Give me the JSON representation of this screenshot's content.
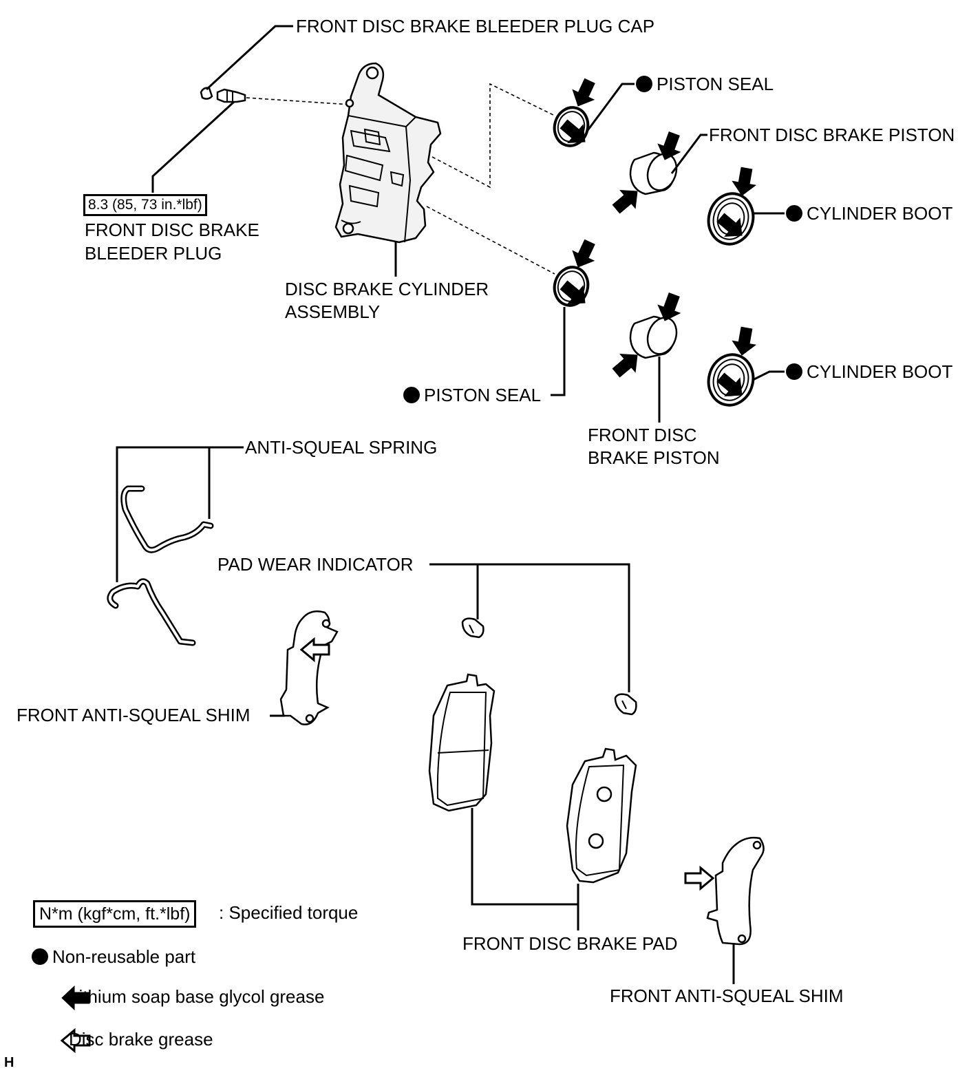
{
  "labels": {
    "bleeder_plug_cap": "FRONT DISC BRAKE BLEEDER PLUG CAP",
    "torque_value": "8.3 (85, 73 in.*lbf)",
    "bleeder_plug_1": "FRONT DISC BRAKE",
    "bleeder_plug_2": "BLEEDER PLUG",
    "cylinder_assembly_1": "DISC BRAKE CYLINDER",
    "cylinder_assembly_2": "ASSEMBLY",
    "piston_seal_upper": "PISTON SEAL",
    "piston_upper": "FRONT DISC BRAKE PISTON",
    "cylinder_boot_upper": "CYLINDER BOOT",
    "piston_seal_lower": "PISTON SEAL",
    "cylinder_boot_lower": "CYLINDER BOOT",
    "piston_lower_1": "FRONT DISC",
    "piston_lower_2": "BRAKE PISTON",
    "anti_squeal_spring": "ANTI-SQUEAL SPRING",
    "pad_wear_indicator": "PAD WEAR INDICATOR",
    "anti_squeal_shim_left": "FRONT ANTI-SQUEAL SHIM",
    "brake_pad": "FRONT DISC BRAKE PAD",
    "anti_squeal_shim_right": "FRONT ANTI-SQUEAL SHIM",
    "corner_mark": "H"
  },
  "legend": {
    "torque_box": "N*m (kgf*cm, ft.*lbf)",
    "torque_text": ": Specified torque",
    "non_reusable": "Non-reusable part",
    "lithium_grease": "Lithium soap base glycol grease",
    "disc_grease": "Disc brake grease"
  },
  "icons": {
    "non_reusable": "filled-circle-icon",
    "lithium_grease": "solid-arrow-icon",
    "disc_grease": "hollow-arrow-icon"
  }
}
